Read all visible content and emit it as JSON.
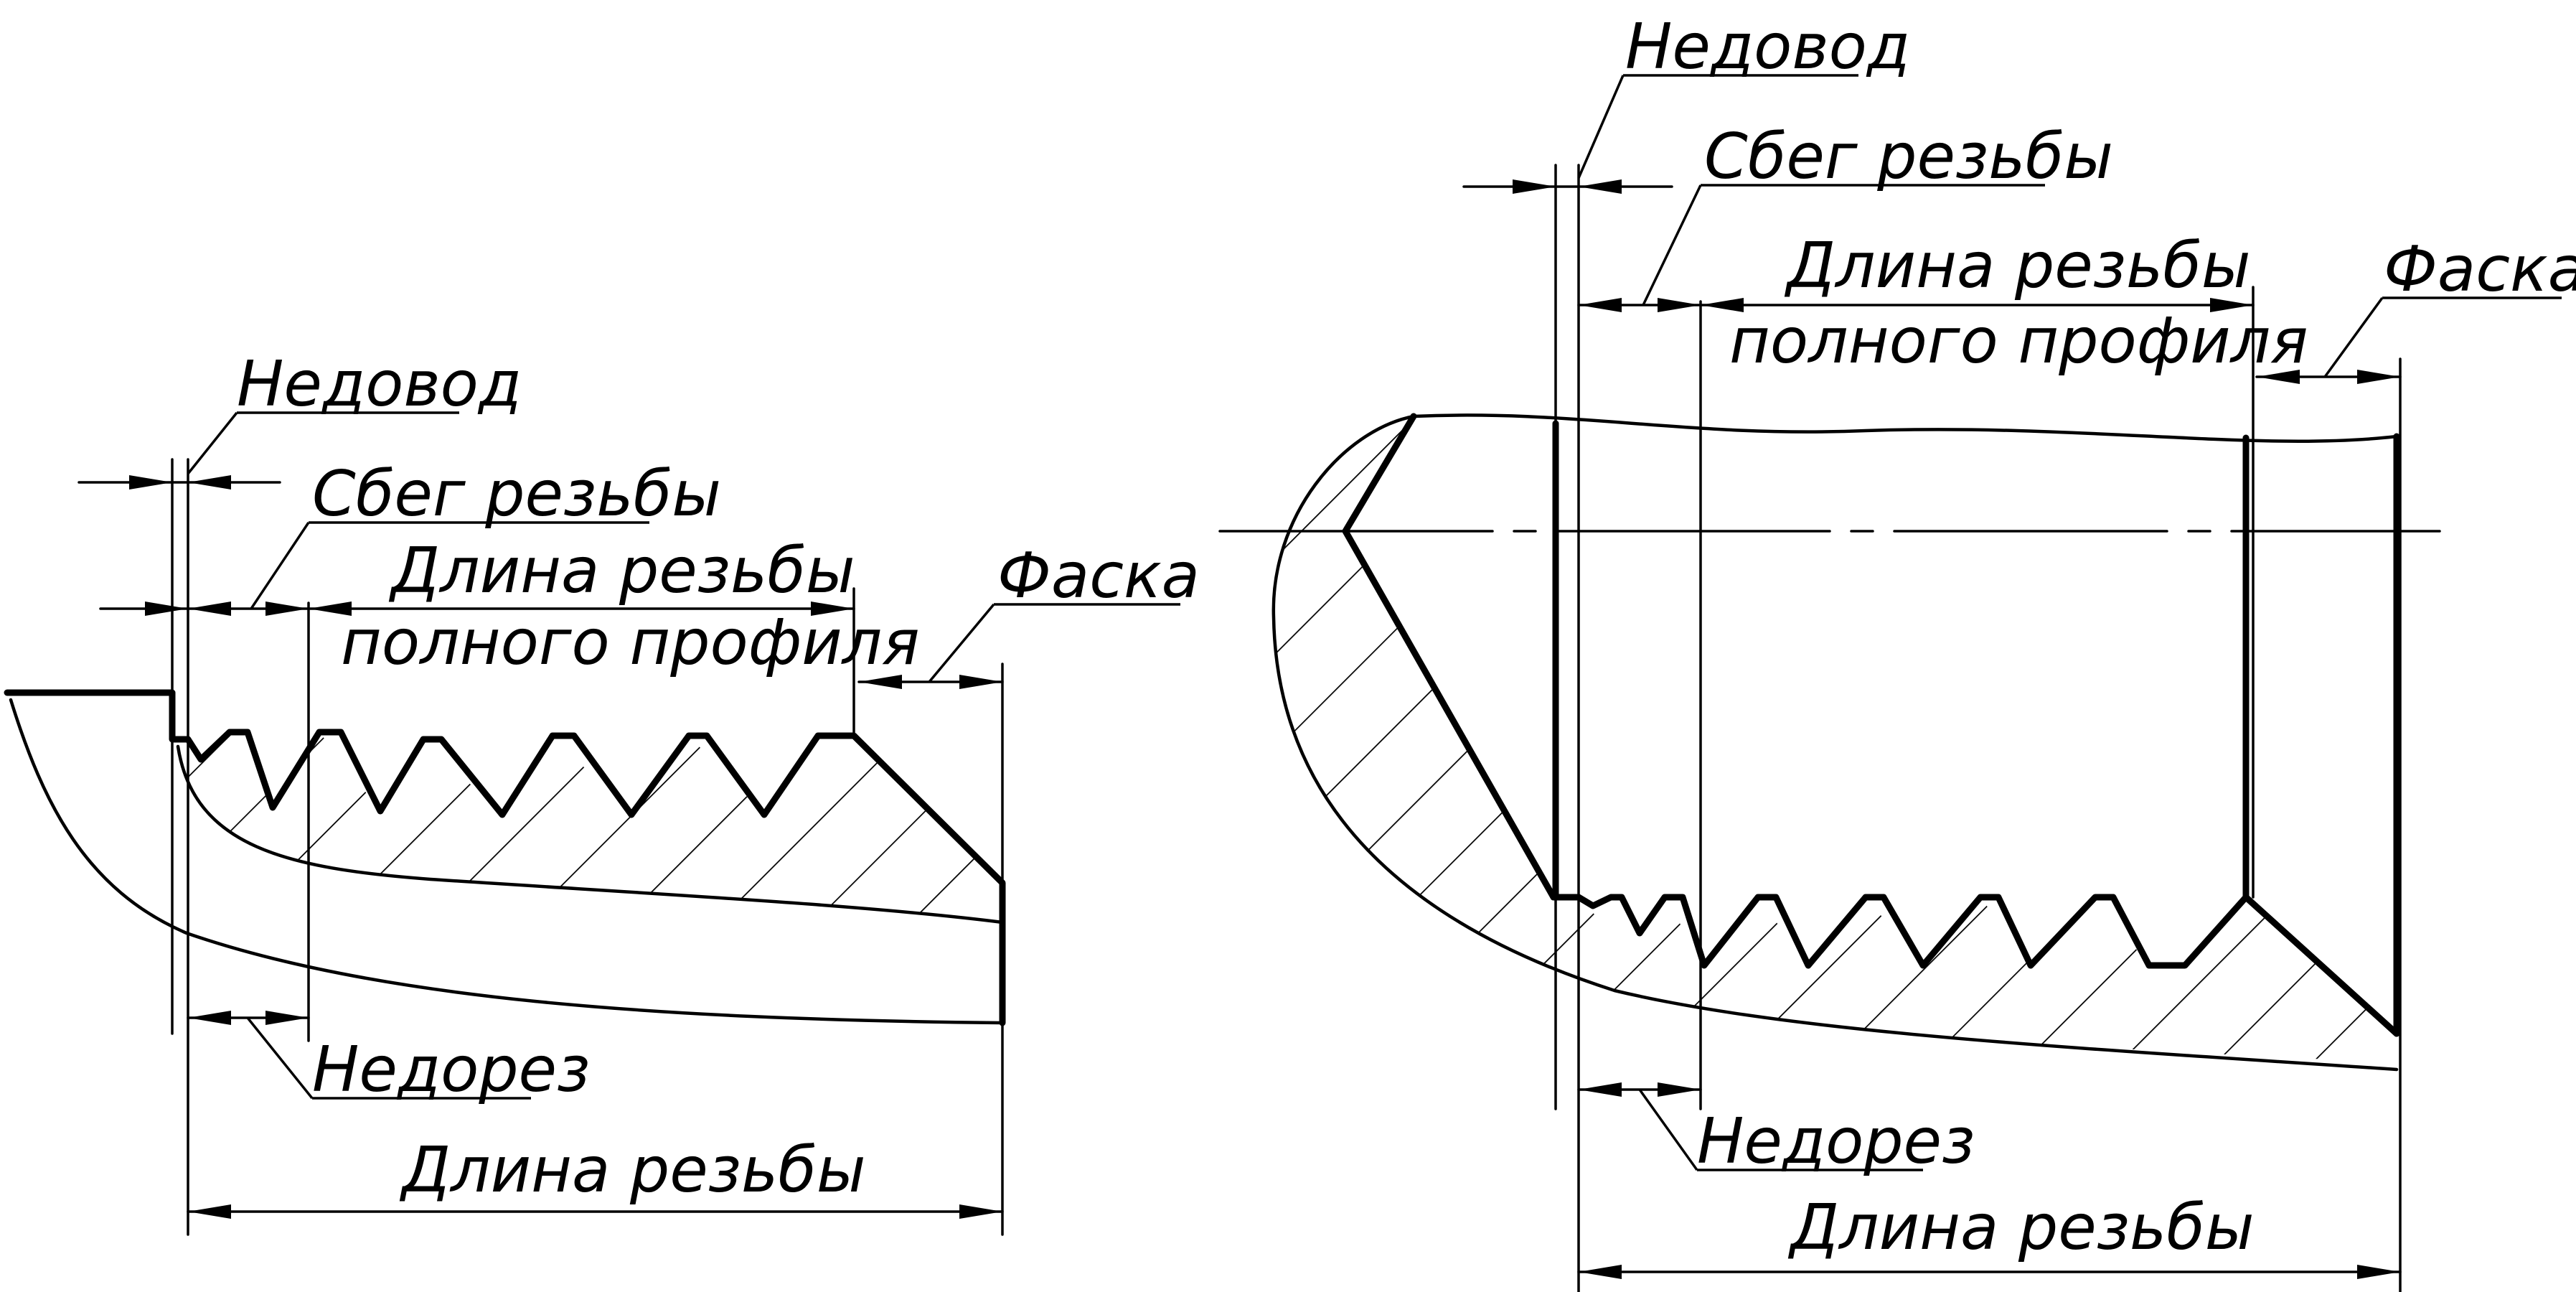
{
  "left_view": {
    "nedovod": "Недовод",
    "sbeg": "Сбег резьбы",
    "full_length_line1": "Длина резьбы",
    "full_length_line2": "полного профиля",
    "faska": "Фаска",
    "nedorez": "Недорез",
    "thread_length": "Длина резьбы"
  },
  "right_view": {
    "nedovod": "Недовод",
    "sbeg": "Сбег резьбы",
    "full_length_line1": "Длина резьбы",
    "full_length_line2": "полного профиля",
    "faska": "Фаска",
    "nedorez": "Недорез",
    "thread_length": "Длина резьбы"
  },
  "colors": {
    "ink": "#000000",
    "background": "#ffffff"
  }
}
